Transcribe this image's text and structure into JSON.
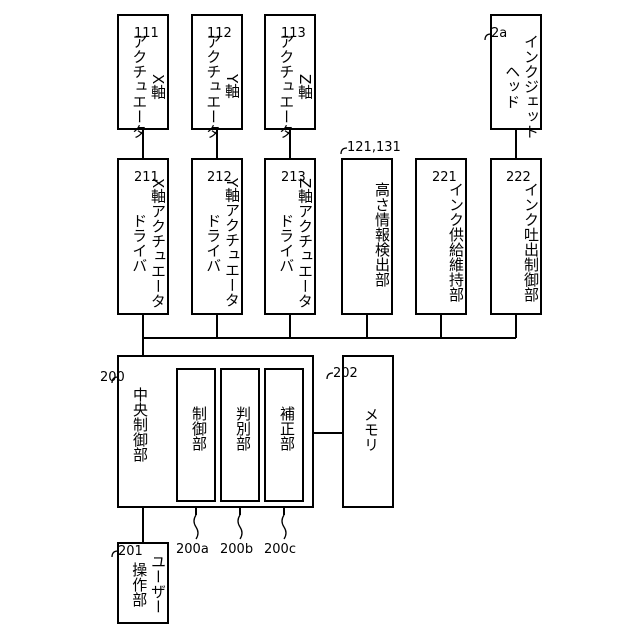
{
  "blocks": {
    "x_actuator": {
      "label": "X軸\nアクチュエータ",
      "ref": "111"
    },
    "y_actuator": {
      "label": "Y軸\nアクチュエータ",
      "ref": "112"
    },
    "z_actuator": {
      "label": "Z軸\nアクチュエータ",
      "ref": "113"
    },
    "inkjet_head": {
      "label": "インクジェット\nヘッド",
      "ref": "2a"
    },
    "x_driver": {
      "label": "X軸アクチュエータ\nドライバ",
      "ref": "211"
    },
    "y_driver": {
      "label": "Y軸アクチュエータ\nドライバ",
      "ref": "212"
    },
    "z_driver": {
      "label": "Z軸アクチュエータ\nドライバ",
      "ref": "213"
    },
    "height_detector": {
      "label": "高さ情報検出部",
      "ref": "121,131"
    },
    "ink_supply": {
      "label": "インク供給維持部",
      "ref": "221"
    },
    "ink_ejection": {
      "label": "インク吐出制御部",
      "ref": "222"
    },
    "central_control": {
      "label": "中央制御部",
      "ref": "200"
    },
    "control_unit": {
      "label": "制御部",
      "ref": "200a"
    },
    "judgment_unit": {
      "label": "判別部",
      "ref": "200b"
    },
    "correction_unit": {
      "label": "補正部",
      "ref": "200c"
    },
    "memory": {
      "label": "メモリ",
      "ref": "202"
    },
    "user_operation": {
      "label": "ユーザー\n操作部",
      "ref": "201"
    }
  }
}
